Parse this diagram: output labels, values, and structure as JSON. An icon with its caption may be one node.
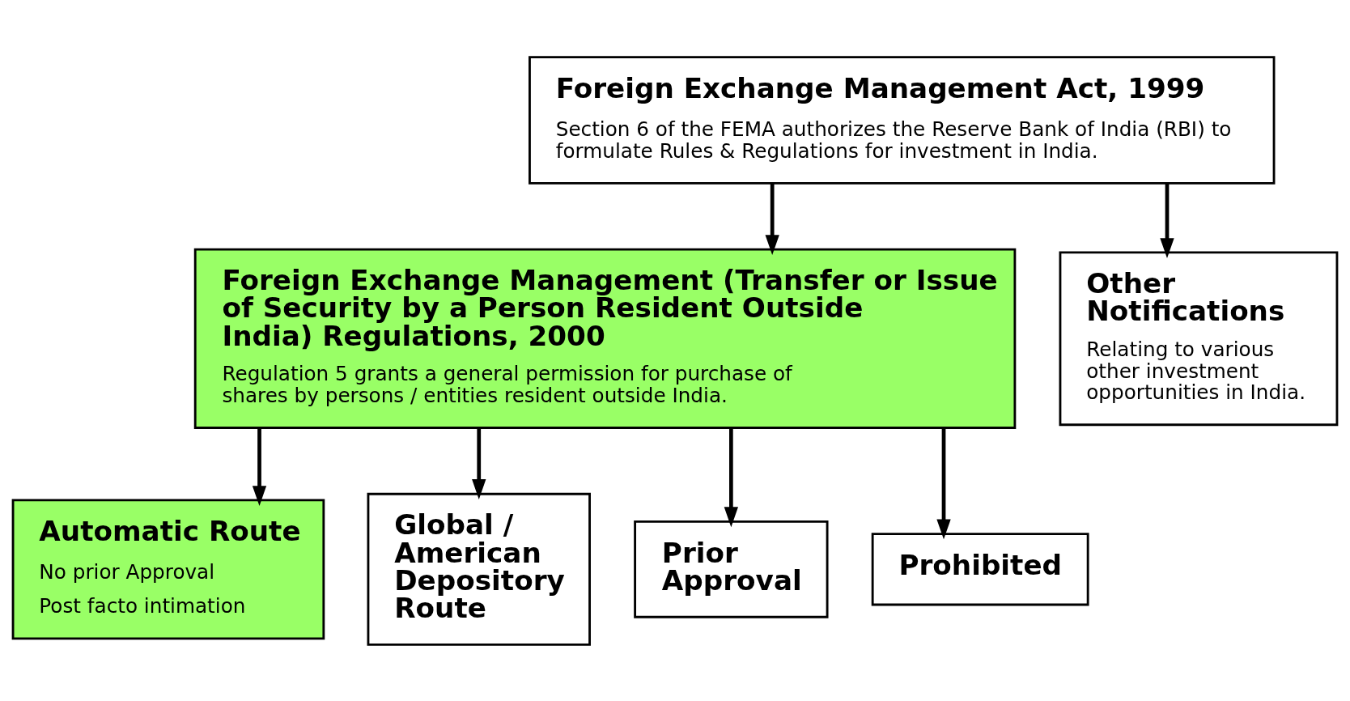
{
  "diagram": {
    "nodes": [
      {
        "text": [
          "Foreign Exchange Management Act, 1999",
          "Section 6 of the FEMA authorizes the Reserve Bank of India (RBI) to formulate Rules & Regulations for investment in India."
        ]
      },
      {
        "text": [
          "Foreign Exchange Management (Transfer or Issue of Security by a Person Resident Outside India) Regulations, 2000",
          "Regulation 5 grants a general permission for purchase of shares by persons / entities resident outside India."
        ]
      },
      {
        "text": [
          "Other Notifications",
          "Relating to various other investment opportunities in India."
        ]
      },
      {
        "text": [
          "Automatic Route",
          "No prior Approval",
          "Post facto intimation"
        ]
      },
      {
        "text": [
          "Global / American Depository Route"
        ]
      },
      {
        "text": [
          "Prior Approval"
        ]
      },
      {
        "text": [
          "Prohibited"
        ]
      }
    ],
    "edges": [
      {
        "from": 0,
        "to": 1,
        "arrow": "to"
      },
      {
        "from": 0,
        "to": 2,
        "arrow": "to"
      },
      {
        "from": 1,
        "to": 3,
        "arrow": "to"
      },
      {
        "from": 1,
        "to": 4,
        "arrow": "to"
      },
      {
        "from": 1,
        "to": 5,
        "arrow": "to"
      },
      {
        "from": 1,
        "to": 6,
        "arrow": "to"
      }
    ]
  }
}
